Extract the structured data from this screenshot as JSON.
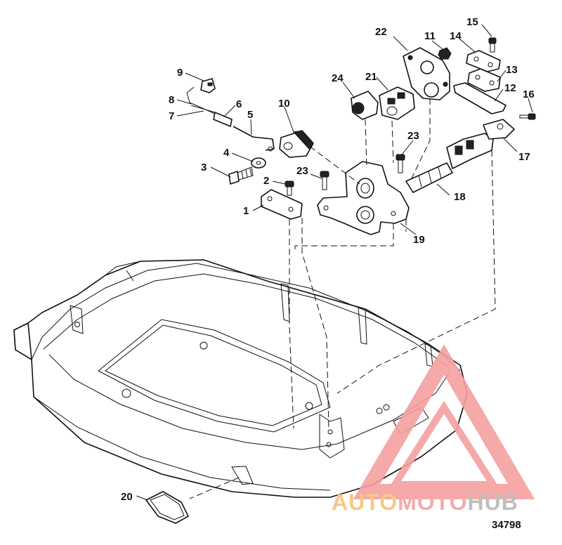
{
  "callouts": [
    {
      "id": "c1",
      "label": "1"
    },
    {
      "id": "c2",
      "label": "2"
    },
    {
      "id": "c3",
      "label": "3"
    },
    {
      "id": "c4",
      "label": "4"
    },
    {
      "id": "c5",
      "label": "5"
    },
    {
      "id": "c6",
      "label": "6"
    },
    {
      "id": "c7",
      "label": "7"
    },
    {
      "id": "c8",
      "label": "8"
    },
    {
      "id": "c9",
      "label": "9"
    },
    {
      "id": "c10",
      "label": "10"
    },
    {
      "id": "c11",
      "label": "11"
    },
    {
      "id": "c12",
      "label": "12"
    },
    {
      "id": "c13",
      "label": "13"
    },
    {
      "id": "c14",
      "label": "14"
    },
    {
      "id": "c15",
      "label": "15"
    },
    {
      "id": "c16",
      "label": "16"
    },
    {
      "id": "c17",
      "label": "17"
    },
    {
      "id": "c18",
      "label": "18"
    },
    {
      "id": "c19",
      "label": "19"
    },
    {
      "id": "c20",
      "label": "20"
    },
    {
      "id": "c21",
      "label": "21"
    },
    {
      "id": "c22",
      "label": "22"
    },
    {
      "id": "c23a",
      "label": "23"
    },
    {
      "id": "c23b",
      "label": "23"
    },
    {
      "id": "c24",
      "label": "24"
    }
  ],
  "drawing_number": "34798",
  "watermark": {
    "part1": "AUTO",
    "part2": "MOTO",
    "part3": "HUB",
    "color_primary": "#f4a0a0",
    "color_secondary": "#f6c37a",
    "color_tertiary": "#b8b8b8"
  }
}
